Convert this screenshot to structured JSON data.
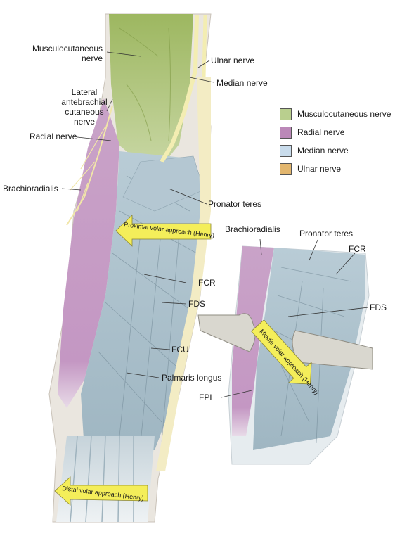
{
  "legend": [
    {
      "label": "Musculocutaneous nerve",
      "color": "#b9cf8e"
    },
    {
      "label": "Radial nerve",
      "color": "#bb88b8"
    },
    {
      "label": "Median nerve",
      "color": "#c9dcec"
    },
    {
      "label": "Ulnar nerve",
      "color": "#e2b66e"
    }
  ],
  "main_labels": {
    "musculocutaneous_1": "Musculocutaneous",
    "musculocutaneous_2": "nerve",
    "ulnar": "Ulnar nerve",
    "median": "Median nerve",
    "lateral_1": "Lateral",
    "lateral_2": "antebrachial",
    "lateral_3": "cutaneous",
    "lateral_4": "nerve",
    "radial": "Radial nerve",
    "brachioradialis": "Brachioradialis",
    "pronator_teres": "Pronator teres",
    "fcr": "FCR",
    "fds": "FDS",
    "fcu": "FCU",
    "palmaris": "Palmaris longus"
  },
  "inset_labels": {
    "brachioradialis": "Brachioradialis",
    "pronator_teres": "Pronator teres",
    "fcr": "FCR",
    "fds": "FDS",
    "fpl": "FPL"
  },
  "approaches": {
    "proximal": "Proximal volar approach (Henry)",
    "middle": "Middle volar approach (Henry)",
    "distal": "Distal volar approach (Henry)"
  },
  "colors": {
    "arrow": "#f4ee5a",
    "muscle_green": "#a9c26f",
    "muscle_purple": "#c79bc6",
    "muscle_blue": "#a9c0cc",
    "nerve_yellow": "#f2e9a6"
  }
}
